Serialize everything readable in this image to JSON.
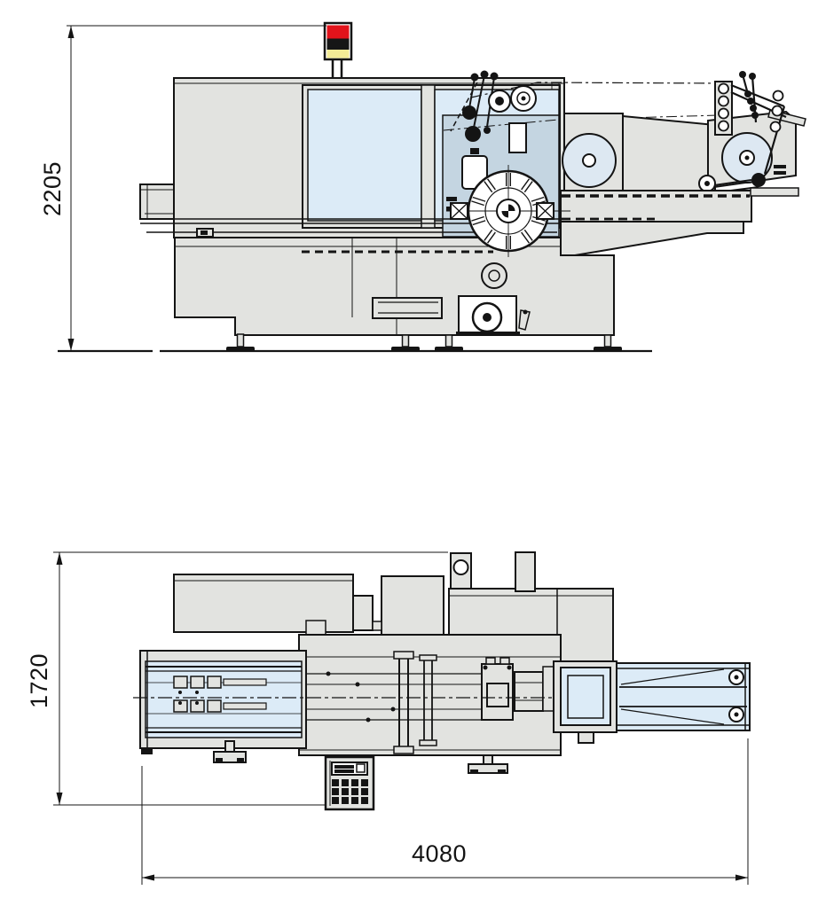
{
  "page": {
    "type": "technical-drawing",
    "description": "Two-view dimensioned outline drawing of a horizontal packaging machine",
    "views": {
      "side": {
        "label": "side elevation view"
      },
      "plan": {
        "label": "top plan view"
      }
    }
  },
  "dimensions": {
    "side_height": {
      "value": "2205",
      "orientation": "vertical",
      "view": "side"
    },
    "plan_depth": {
      "value": "1720",
      "orientation": "vertical",
      "view": "plan"
    },
    "plan_length": {
      "value": "4080",
      "orientation": "horizontal",
      "view": "plan"
    }
  },
  "beacon": {
    "segments": [
      "red",
      "black",
      "yellow"
    ]
  },
  "colors": {
    "line_color": "#141414",
    "machine_fill": "#e2e3e0",
    "window_fill": "#dcebf7",
    "panel_fill": "#c4d5e1",
    "roll_fill": "#dde8f2",
    "beacon_red": "#e2131b",
    "beacon_black": "#161616",
    "beacon_yellow": "#f3eb96",
    "background": "#ffffff"
  }
}
